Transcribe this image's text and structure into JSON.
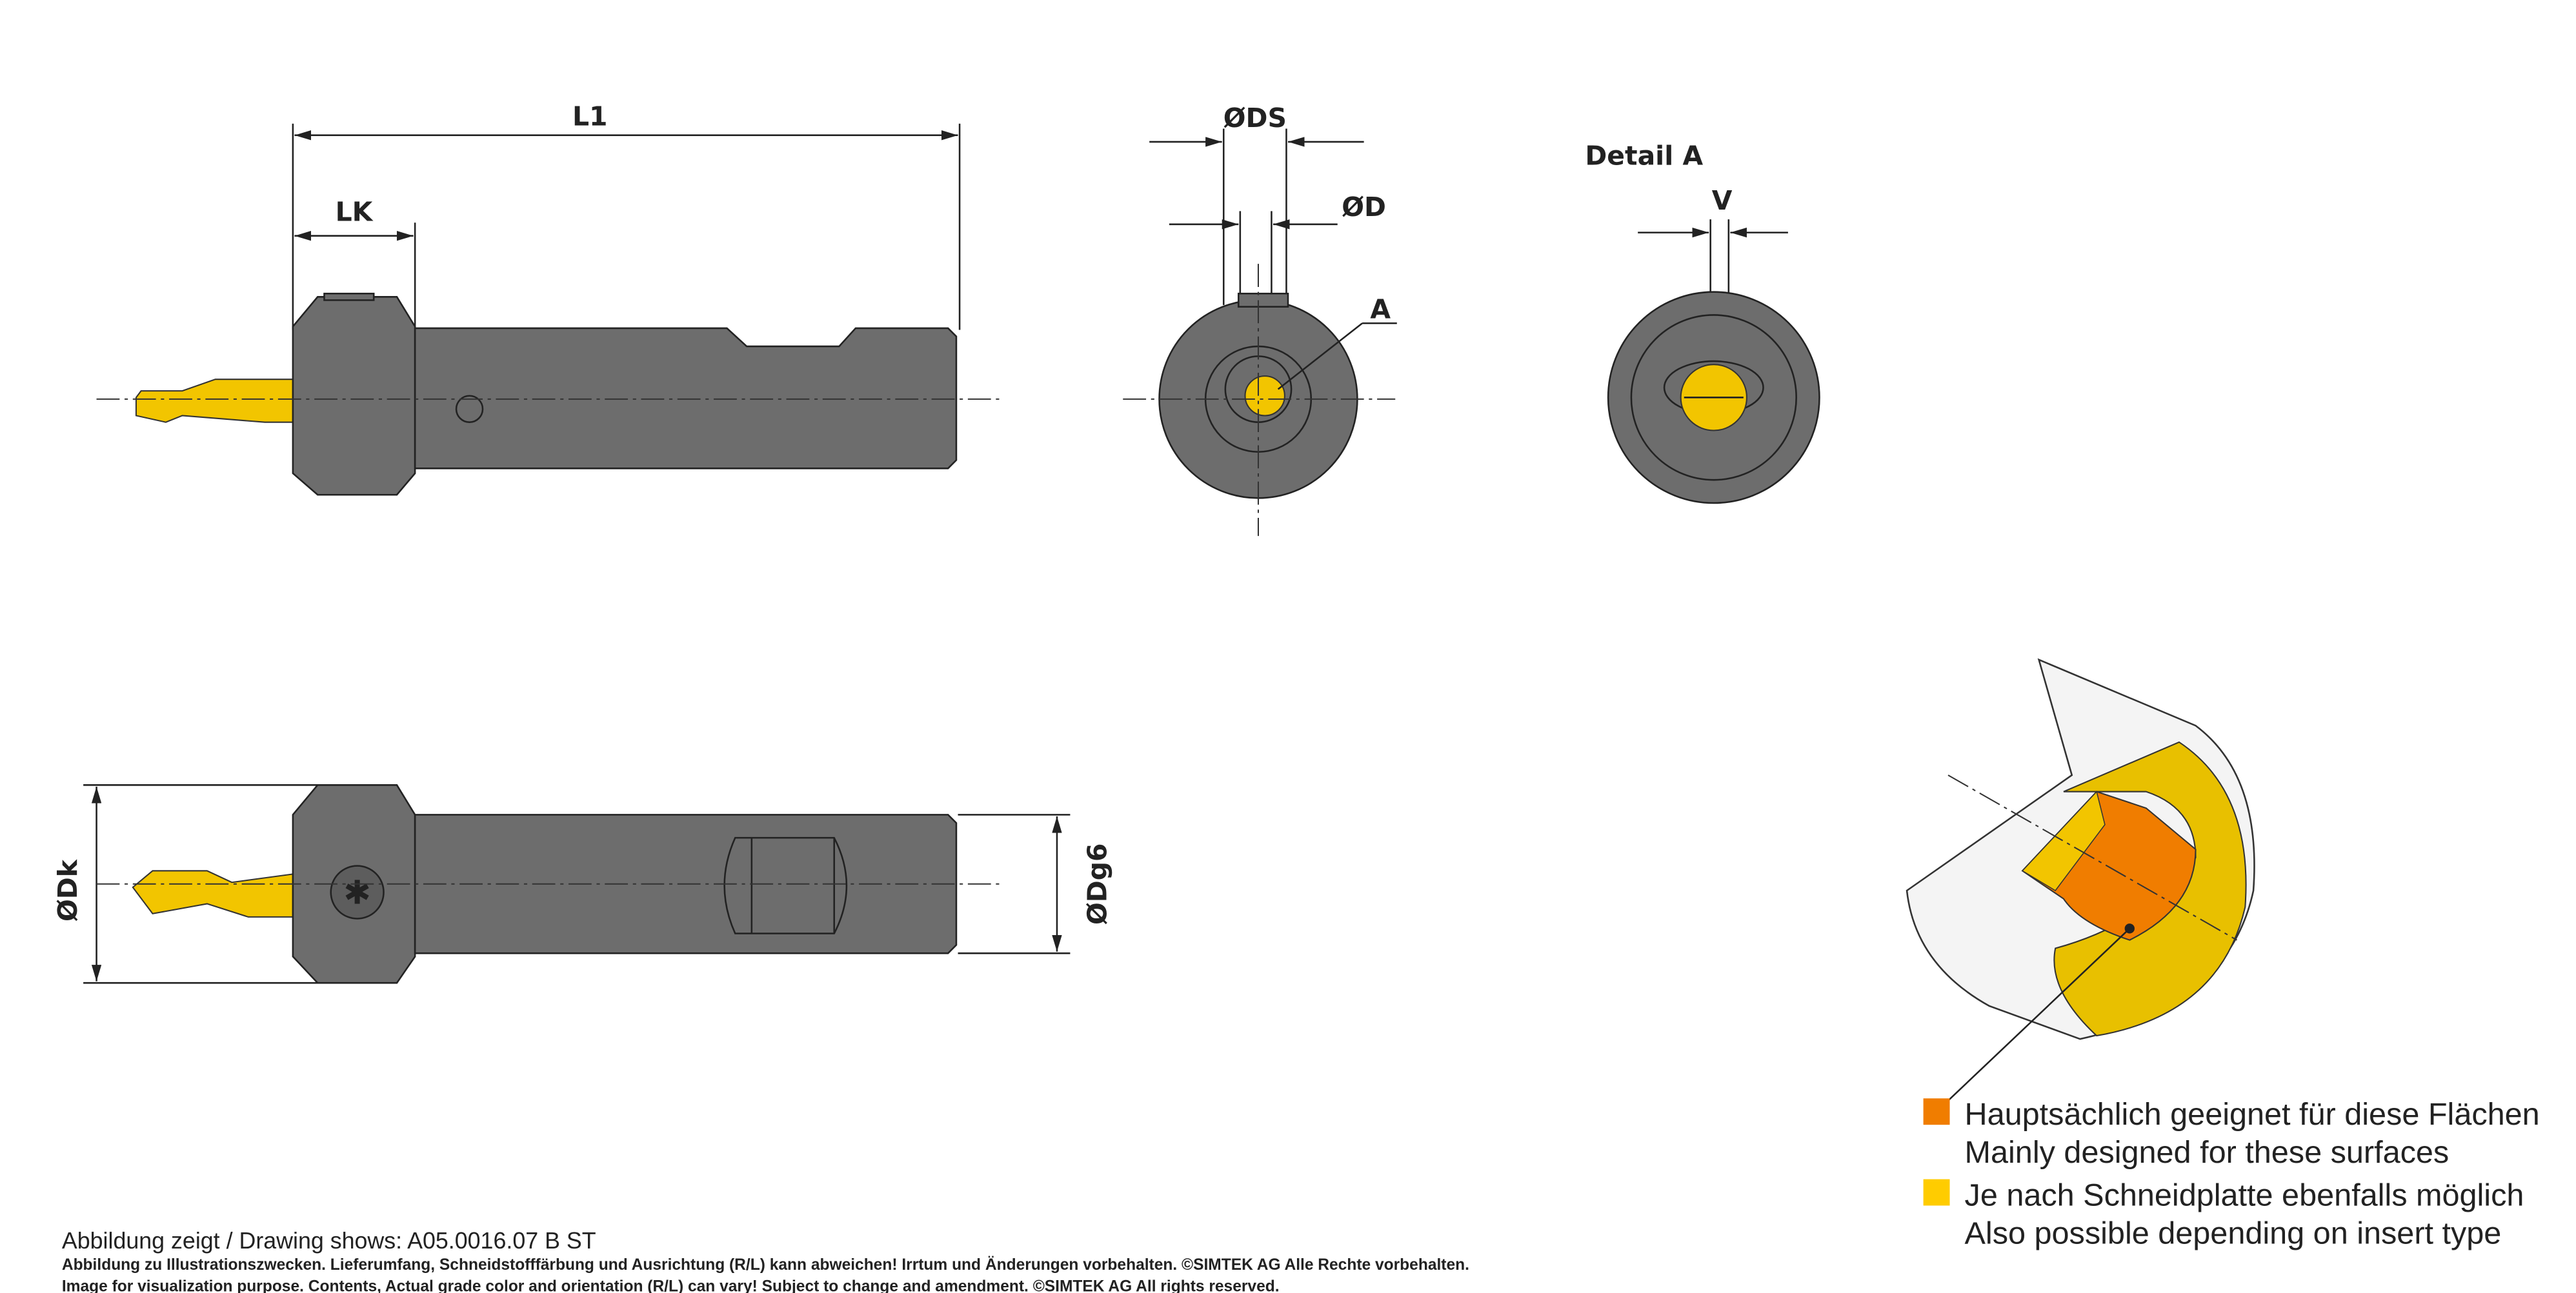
{
  "dimensions": {
    "L1": "L1",
    "LK": "LK",
    "DS": "ØDS",
    "D": "ØD",
    "A": "A",
    "detail_title": "Detail A",
    "V": "V",
    "Dk": "ØDk",
    "Dg6": "ØDg6"
  },
  "legend": {
    "items": [
      {
        "de": "Hauptsächlich geeignet für diese Flächen",
        "en": "Mainly designed for these surfaces",
        "color": "#f07d00"
      },
      {
        "de": "Je nach Schneidplatte ebenfalls möglich",
        "en": "Also possible depending on insert type",
        "color": "#ffcc00"
      }
    ]
  },
  "footer": {
    "drawing_shows": "Abbildung zeigt / Drawing shows: A05.0016.07 B ST",
    "disclaimer_de": "Abbildung zu Illustrationszwecken. Lieferumfang, Schneidstofffärbung und Ausrichtung (R/L) kann abweichen! Irrtum und Änderungen vorbehalten. ©SIMTEK AG Alle Rechte vorbehalten.",
    "disclaimer_en": "Image for visualization purpose. Contents, Actual grade color and orientation (R/L) can vary! Subject to change and amendment. ©SIMTEK AG All rights reserved."
  }
}
